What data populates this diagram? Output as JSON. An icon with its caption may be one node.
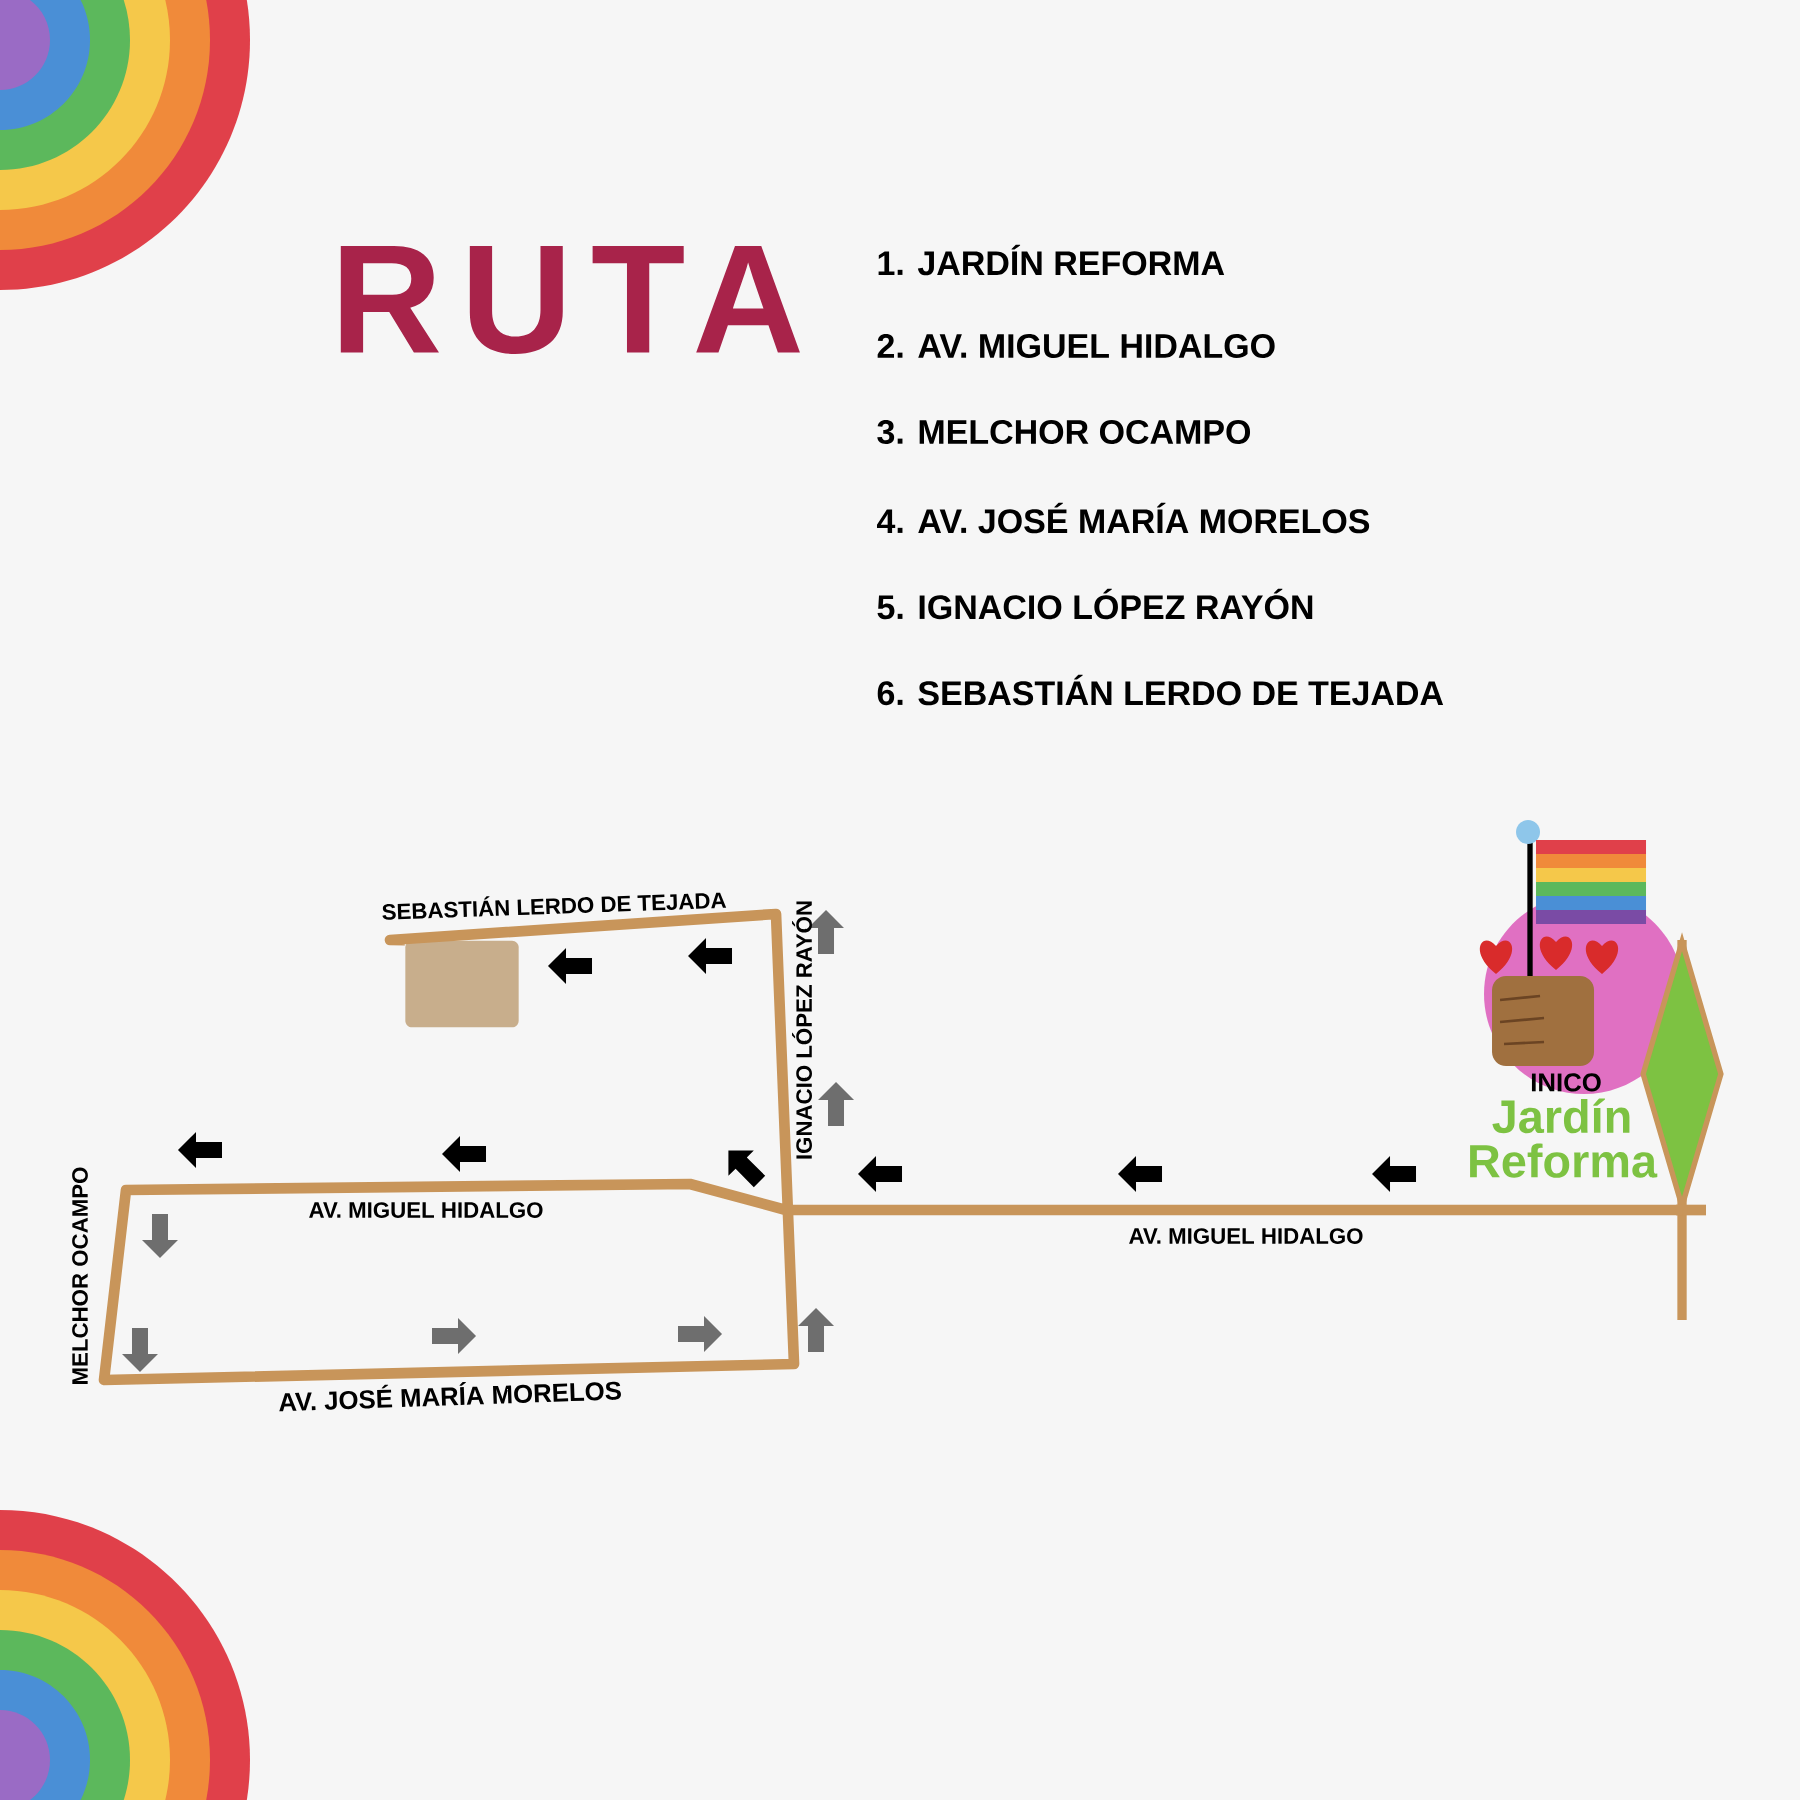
{
  "diagram": {
    "title": "RUTA",
    "nodes": [
      {
        "text": [],
        "shape": "diamond",
        "beside": [
          "INICO",
          "Jardín Reforma"
        ]
      },
      {
        "text": [],
        "shape": "box"
      }
    ],
    "edges": [
      {
        "from": 0,
        "to": 1,
        "arrow": "none"
      }
    ],
    "labels": [
      "1. JARDÍN REFORMA",
      "2. AV. MIGUEL HIDALGO",
      "3. MELCHOR OCAMPO",
      "4. AV. JOSÉ MARÍA MORELOS",
      "5. IGNACIO LÓPEZ RAYÓN",
      "6. SEBASTIÁN LERDO DE TEJADA",
      "SEBASTIÁN LERDO DE TEJADA",
      "IGNACIO LÓPEZ RAYÓN",
      "AV. MIGUEL HIDALGO",
      "MELCHOR OCAMPO",
      "AV. MIGUEL HIDALGO",
      "AV. JOSÉ MARÍA MORELOS"
    ]
  }
}
